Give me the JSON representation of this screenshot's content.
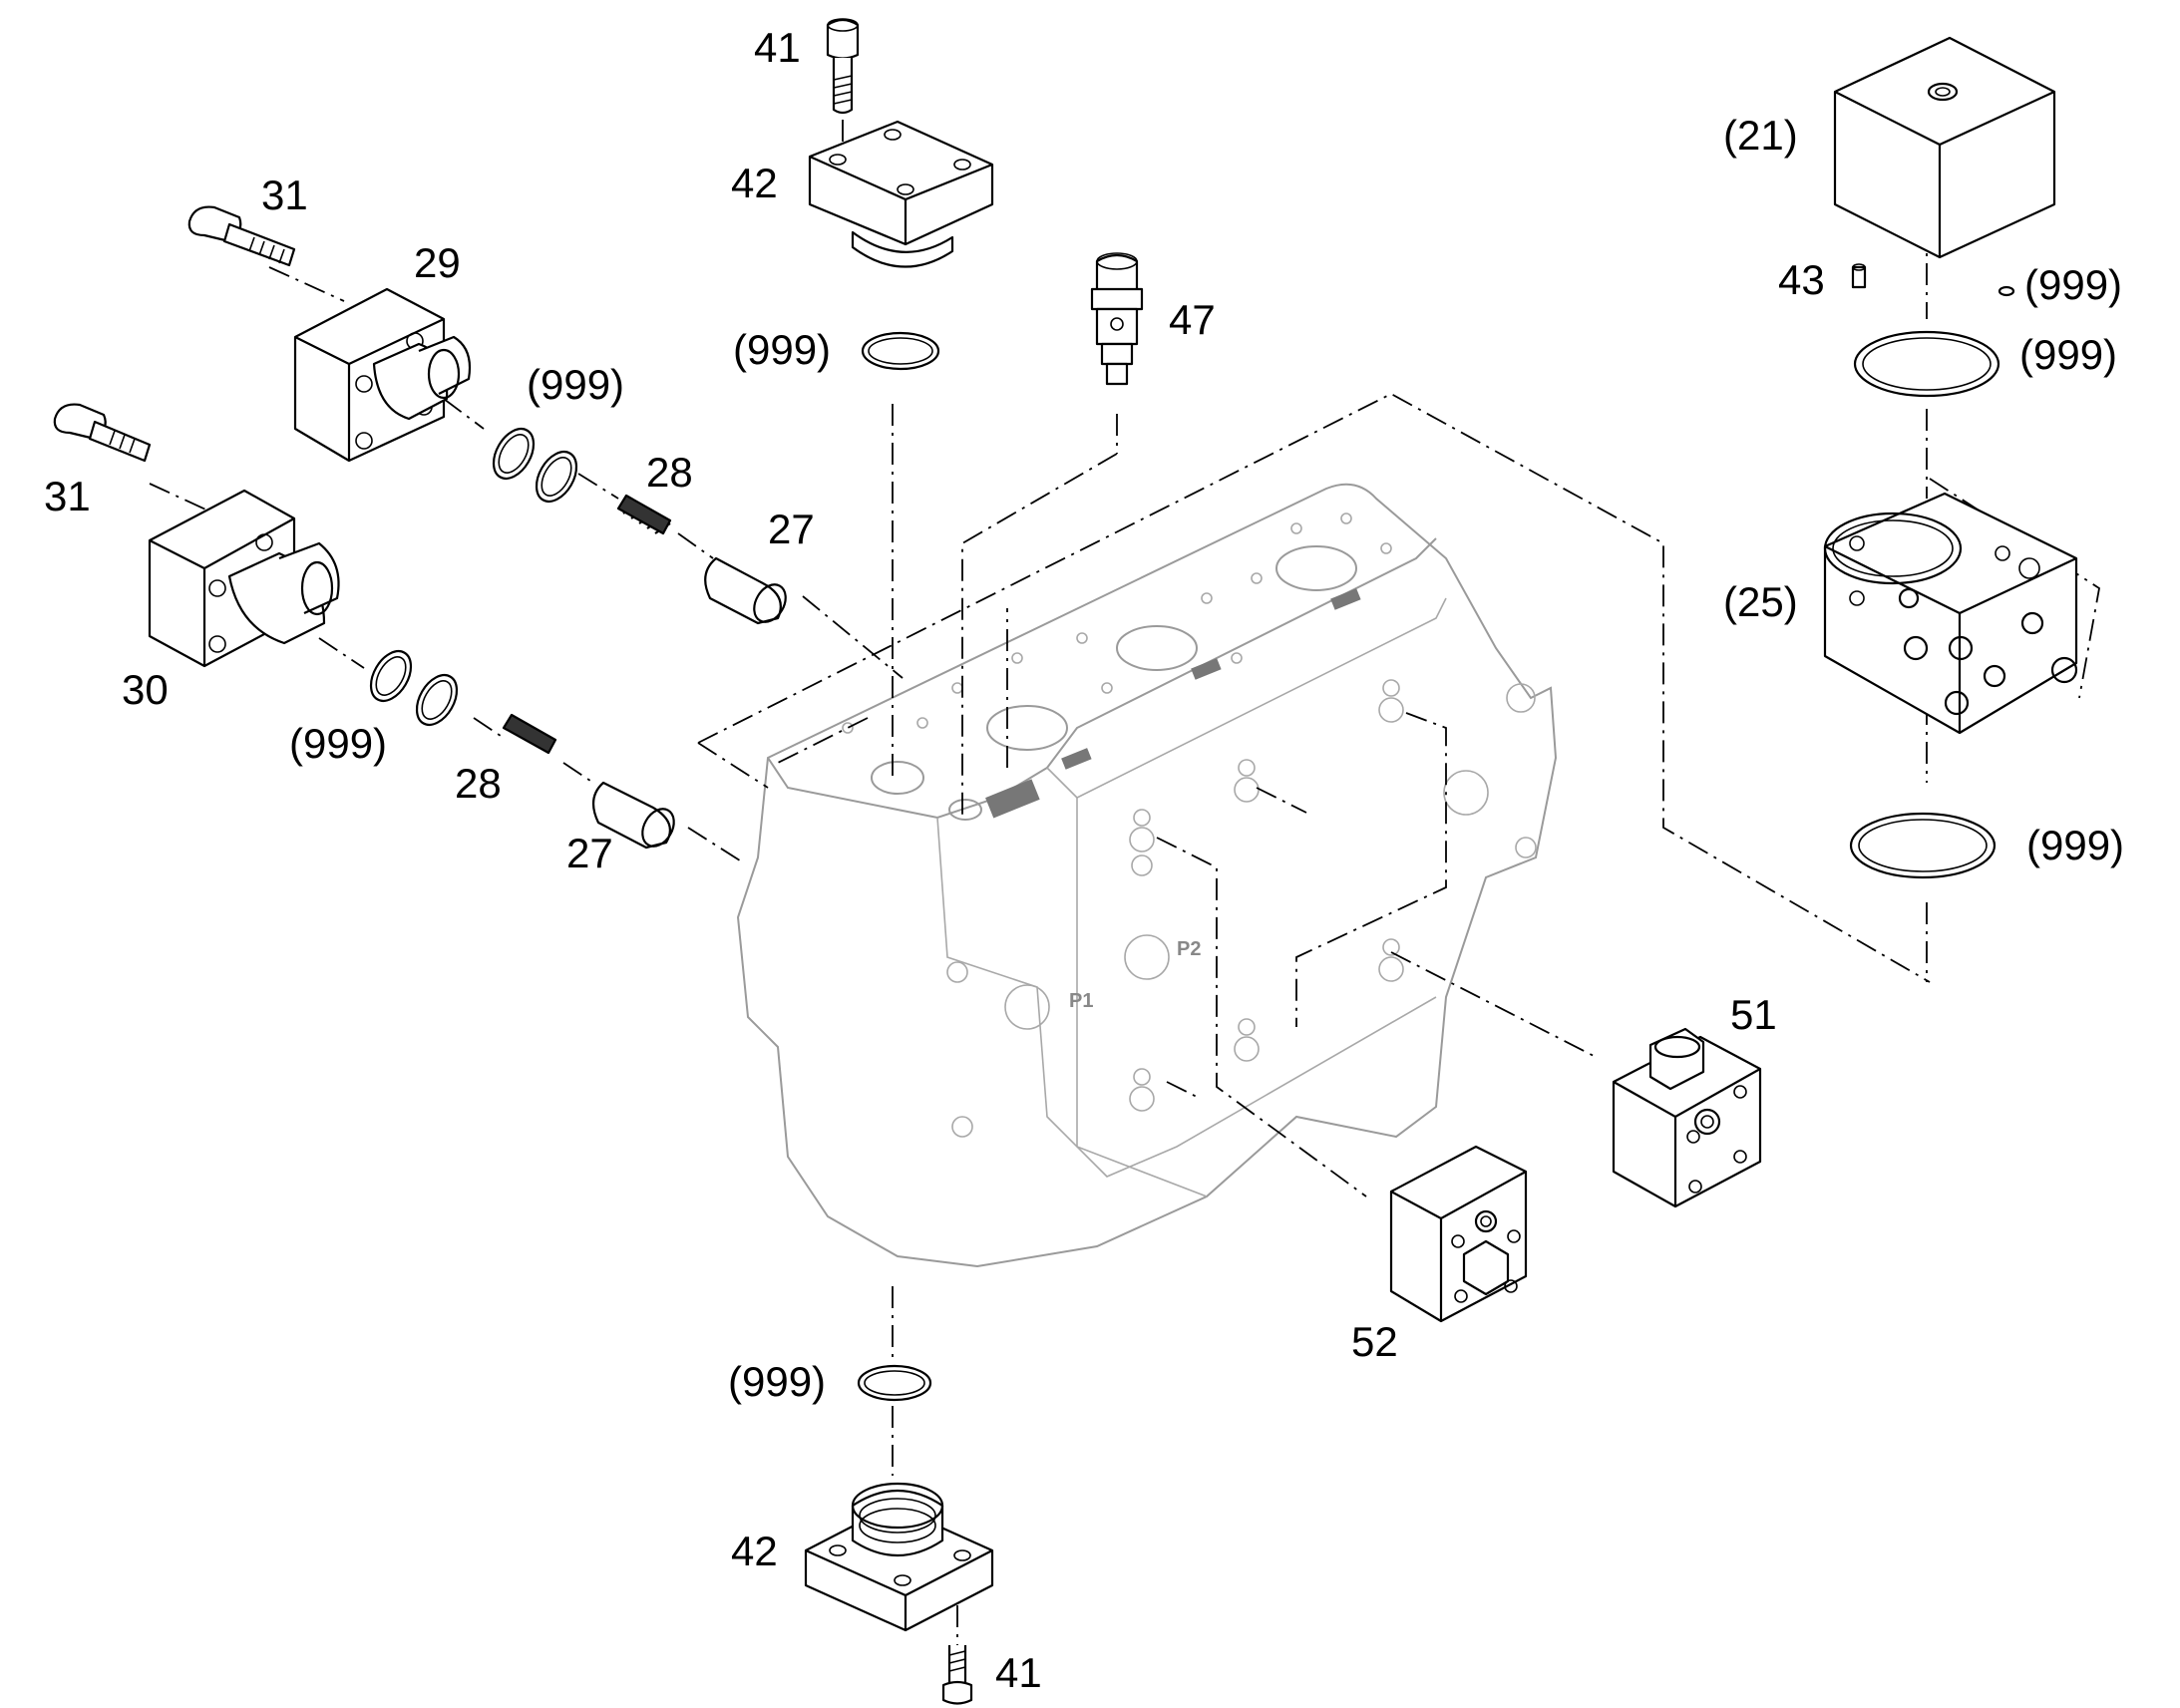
{
  "diagram": {
    "part_labels": {
      "p41_top": "41",
      "p42_top": "42",
      "p999_top_left": "(999)",
      "p47": "47",
      "p31_upper": "31",
      "p29": "29",
      "p999_upper_mid": "(999)",
      "p28_upper": "28",
      "p27_upper": "27",
      "p31_lower": "31",
      "p30": "30",
      "p999_lower_mid": "(999)",
      "p28_lower": "28",
      "p27_lower": "27",
      "p21": "(21)",
      "p43": "43",
      "p999_right_small": "(999)",
      "p999_right_ring1": "(999)",
      "p25": "(25)",
      "p999_right_ring2": "(999)",
      "p51": "51",
      "p52": "52",
      "p999_bottom": "(999)",
      "p42_bottom": "42",
      "p41_bottom": "41"
    },
    "port_marks": {
      "p1": "P1",
      "p2": "P2"
    }
  }
}
